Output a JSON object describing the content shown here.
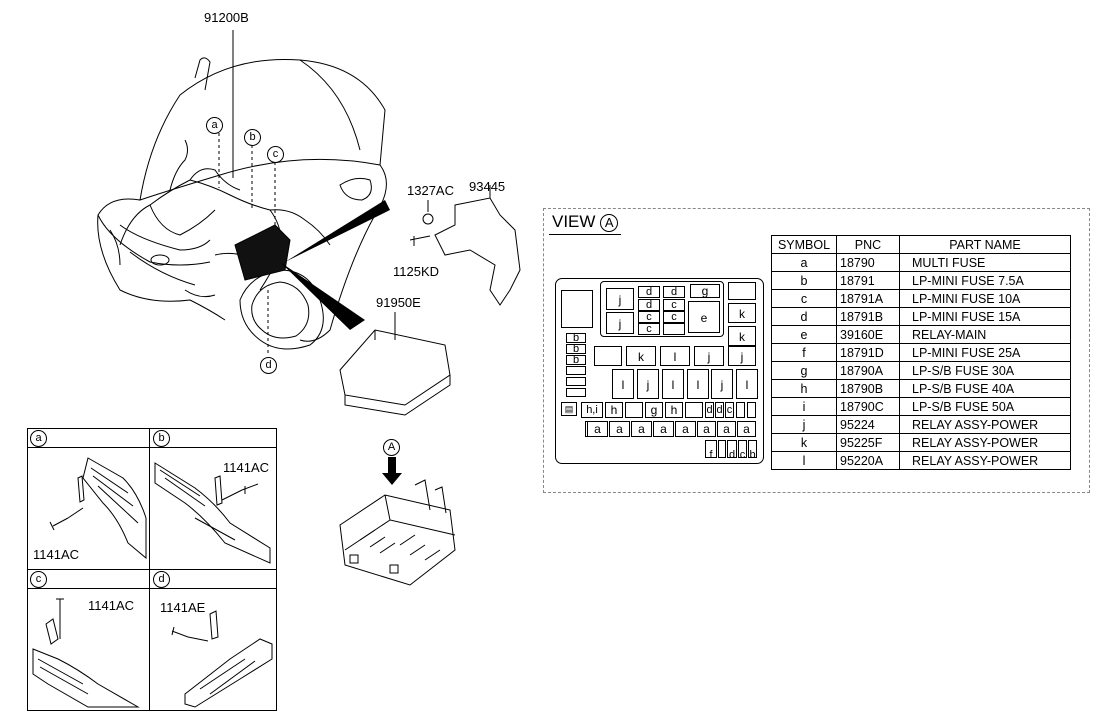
{
  "callouts": {
    "harness": "91200B",
    "clip": "1327AC",
    "bracket": "93445",
    "bolt": "1125KD",
    "cover": "91950E",
    "view_arrow": "A"
  },
  "markers": {
    "a": "a",
    "b": "b",
    "c": "c",
    "d": "d"
  },
  "view": {
    "title": "VIEW",
    "marker": "A",
    "columns": [
      "SYMBOL",
      "PNC",
      "PART NAME"
    ],
    "rows": [
      {
        "symbol": "a",
        "pnc": "18790",
        "name": "MULTI FUSE"
      },
      {
        "symbol": "b",
        "pnc": "18791",
        "name": "LP-MINI FUSE 7.5A"
      },
      {
        "symbol": "c",
        "pnc": "18791A",
        "name": "LP-MINI FUSE 10A"
      },
      {
        "symbol": "d",
        "pnc": "18791B",
        "name": "LP-MINI FUSE 15A"
      },
      {
        "symbol": "e",
        "pnc": "39160E",
        "name": "RELAY-MAIN"
      },
      {
        "symbol": "f",
        "pnc": "18791D",
        "name": "LP-MINI FUSE 25A"
      },
      {
        "symbol": "g",
        "pnc": "18790A",
        "name": "LP-S/B FUSE 30A"
      },
      {
        "symbol": "h",
        "pnc": "18790B",
        "name": "LP-S/B FUSE 40A"
      },
      {
        "symbol": "i",
        "pnc": "18790C",
        "name": "LP-S/B FUSE 50A"
      },
      {
        "symbol": "j",
        "pnc": "95224",
        "name": "RELAY ASSY-POWER"
      },
      {
        "symbol": "k",
        "pnc": "95225F",
        "name": "RELAY ASSY-POWER"
      },
      {
        "symbol": "l",
        "pnc": "95220A",
        "name": "RELAY ASSY-POWER"
      }
    ]
  },
  "fuse_box": {
    "j": "j",
    "d": "d",
    "g": "g",
    "c": "c",
    "e": "e",
    "k": "k",
    "b": "b",
    "l": "l",
    "h": "h",
    "hi": "h,i",
    "a": "a",
    "f": "f",
    "dc": "dc",
    "cb": "cb"
  },
  "details": {
    "a": {
      "marker": "a",
      "part": "1141AC"
    },
    "b": {
      "marker": "b",
      "part": "1141AC"
    },
    "c": {
      "marker": "c",
      "part": "1141AC"
    },
    "d": {
      "marker": "d",
      "part": "1141AE"
    }
  }
}
